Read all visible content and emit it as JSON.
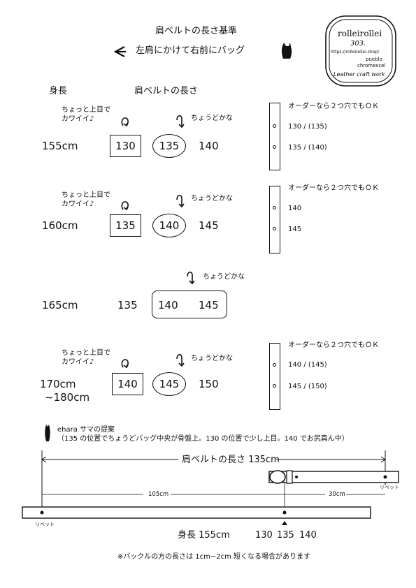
{
  "header": {
    "title": "肩ベルトの長さ基準",
    "subtitle": "左肩にかけて右前にバッグ"
  },
  "logo": {
    "brand": "rolleirollei",
    "number": "303.",
    "url": "https://rolleirollei.shop/",
    "line1": "pueblo",
    "line2": "chromexcel",
    "line3": "Leather craft work"
  },
  "columns": {
    "height": "身長",
    "belt": "肩ベルトの長さ"
  },
  "labels": {
    "cute": "ちょっと上目で\nカワイイ♪",
    "just": "ちょうどかな",
    "order": "オーダーなら２つ穴でもＯＫ"
  },
  "rows": [
    {
      "height": "155cm",
      "v1": "130",
      "v2": "135",
      "v3": "140",
      "o1": "130 / (135)",
      "o2": "135 / (140)"
    },
    {
      "height": "160cm",
      "v1": "135",
      "v2": "140",
      "v3": "145",
      "o1": "140",
      "o2": "145"
    },
    {
      "height": "165cm",
      "v1": "135",
      "v2": "140",
      "v3": "145"
    },
    {
      "height": "170cm",
      "height2": "~180cm",
      "v1": "140",
      "v2": "145",
      "v3": "150",
      "o1": "140 / (145)",
      "o2": "145 / (150)"
    }
  ],
  "proposal": {
    "title": "ehara サマの提案",
    "note": "（135 の位置でちょうどバッグ中央が骨盤上。130 の位置で少し上目。140 でお尻真ん中）"
  },
  "diagram": {
    "belt_length": "肩ベルトの長さ 135cm",
    "d105": "105cm",
    "d30": "30cm",
    "rivet": "リベット",
    "height": "身長 155cm",
    "m1": "130",
    "m2": "135",
    "m3": "140"
  },
  "footer": "※バックルの方の長さは 1cm~2cm 短くなる場合があります"
}
